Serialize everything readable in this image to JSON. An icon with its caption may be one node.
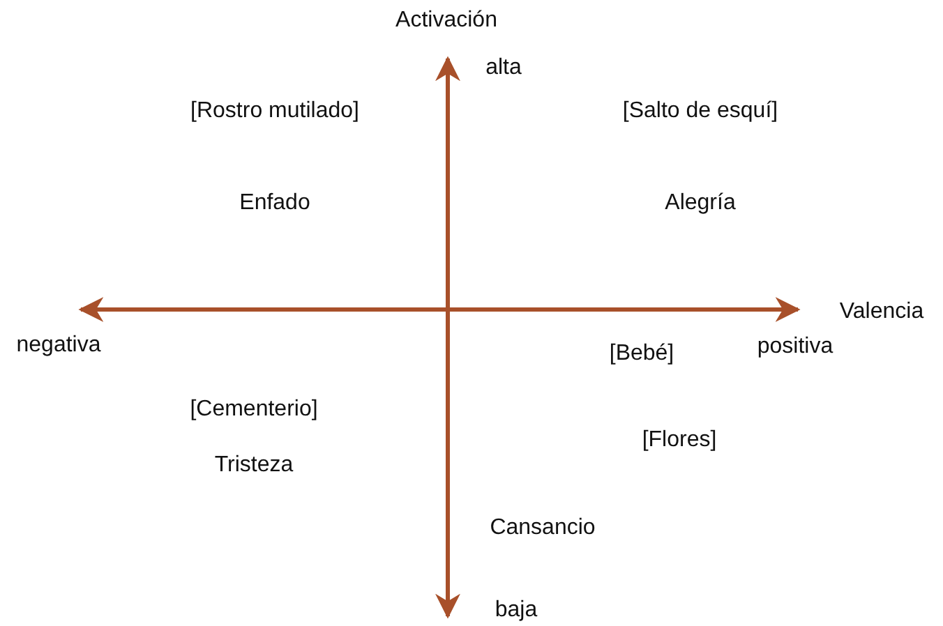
{
  "diagram": {
    "labels": [
      "Activación",
      "alta",
      "[Rostro mutilado]",
      "[Salto de esquí]",
      "Enfado",
      "Alegría",
      "Valencia",
      "negativa",
      "[Bebé]",
      "positiva",
      "[Cementerio]",
      "[Flores]",
      "Tristeza",
      "Cansancio",
      "baja"
    ]
  }
}
